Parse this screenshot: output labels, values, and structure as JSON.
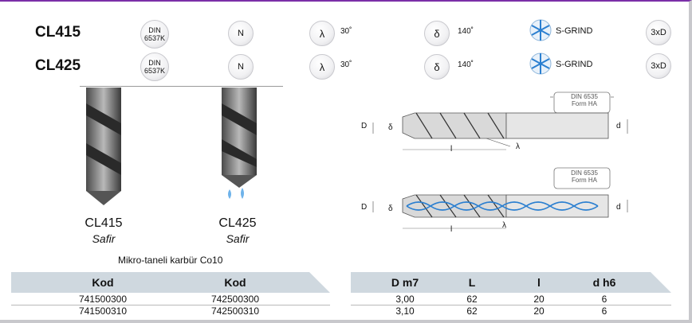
{
  "rows": [
    {
      "code": "CL415",
      "din": [
        "DIN",
        "6537K"
      ],
      "n": "N",
      "lambda_symbol": "λ",
      "lambda_value": "30˚",
      "delta_symbol": "δ",
      "delta_value": "140˚",
      "grind": "S-GRIND",
      "depth": "3xD"
    },
    {
      "code": "CL425",
      "din": [
        "DIN",
        "6537K"
      ],
      "n": "N",
      "lambda_symbol": "λ",
      "lambda_value": "30˚",
      "delta_symbol": "δ",
      "delta_value": "140˚",
      "grind": "S-GRIND",
      "depth": "3xD"
    }
  ],
  "drills": [
    {
      "name": "CL415",
      "sub": "Safir"
    },
    {
      "name": "CL425",
      "sub": "Safir"
    }
  ],
  "material": "Mikro-taneli karbür Co10",
  "diagram": {
    "din_box": [
      "DIN 6535",
      "Form HA"
    ],
    "labels": {
      "D": "D",
      "delta": "δ",
      "l": "l",
      "lambda": "λ",
      "d": "d"
    }
  },
  "left_table": {
    "headers": [
      "Kod",
      "Kod"
    ],
    "rows": [
      [
        "741500300",
        "742500300"
      ],
      [
        "741500310",
        "742500310"
      ]
    ]
  },
  "right_table": {
    "headers": [
      "D m7",
      "L",
      "l",
      "d h6"
    ],
    "rows": [
      [
        "3,00",
        "62",
        "20",
        "6"
      ],
      [
        "3,10",
        "62",
        "20",
        "6"
      ]
    ]
  },
  "colors": {
    "header_band": "#cfd8df",
    "accent_blue": "#2b7fd0",
    "frame_purple": "#7b2fa8"
  }
}
